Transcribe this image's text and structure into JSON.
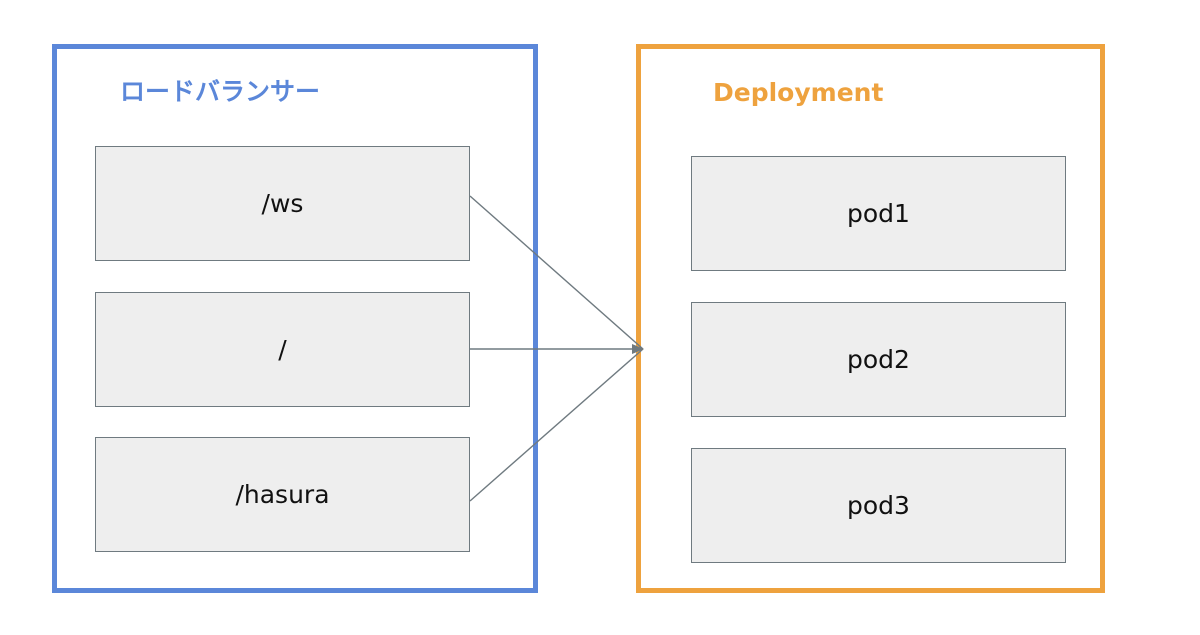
{
  "load_balancer": {
    "title": "ロードバランサー",
    "routes": [
      "/ws",
      "/",
      "/hasura"
    ]
  },
  "deployment": {
    "title": "Deployment",
    "pods": [
      "pod1",
      "pod2",
      "pod3"
    ]
  },
  "colors": {
    "load_balancer": "#5b87d9",
    "deployment": "#eea23e",
    "node_fill": "#eeeeee",
    "node_border": "#6f7a80",
    "edge": "#6f7a80"
  }
}
